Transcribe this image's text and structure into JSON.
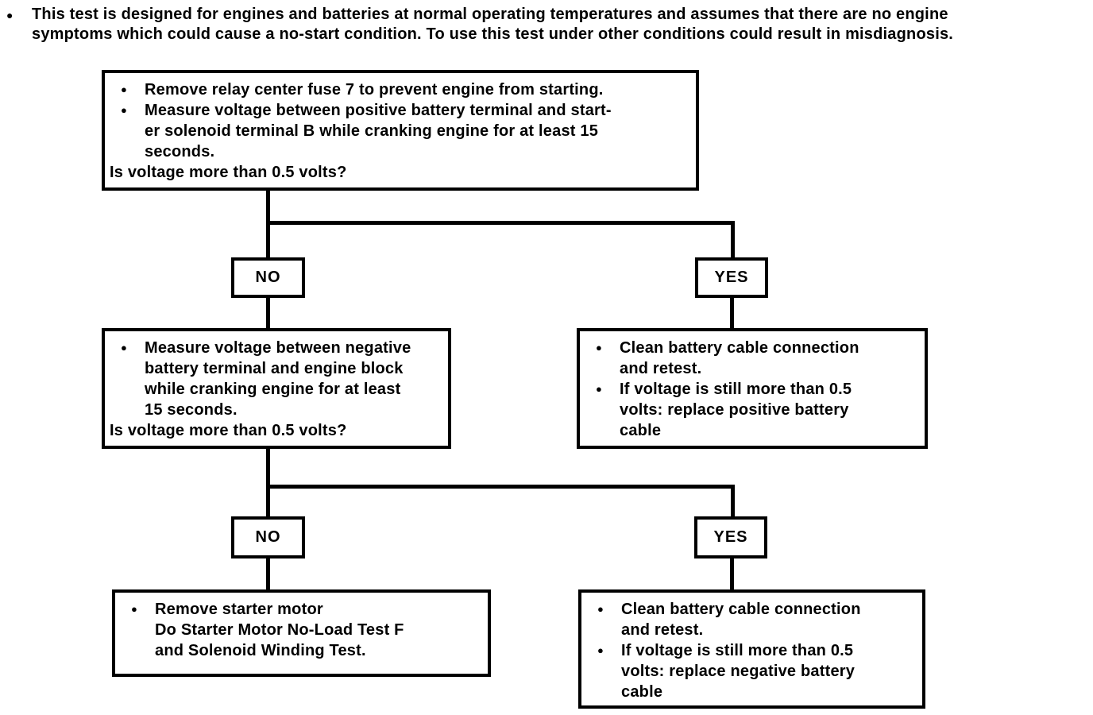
{
  "glyphs": {
    "bullet": "●"
  },
  "note": {
    "text": "This test is designed for engines and batteries at normal operating temperatures and assumes that there are no engine\nsymptoms which could cause a no-start condition. To use this test under other conditions could result in misdiagnosis."
  },
  "labels": {
    "no": "NO",
    "yes": "YES"
  },
  "boxes": {
    "step1": {
      "items": [
        {
          "text": "Remove relay center fuse 7 to prevent engine from starting."
        },
        {
          "text": "Measure voltage between positive battery terminal and start-\ner solenoid terminal B while cranking engine for at least 15\nseconds."
        }
      ],
      "question": "Is voltage more than 0.5 volts?"
    },
    "step2": {
      "items": [
        {
          "text": "Measure voltage between negative\nbattery terminal and engine block\nwhile cranking engine for at least\n15 seconds."
        }
      ],
      "question": "Is voltage more than 0.5 volts?"
    },
    "result_positive_cable": {
      "items": [
        {
          "text": "Clean battery cable connection\nand retest."
        },
        {
          "text": "If voltage is still more than 0.5\nvolts: replace positive battery\ncable"
        }
      ]
    },
    "result_starter": {
      "items": [
        {
          "text": "Remove starter motor\nDo Starter Motor No-Load Test F\nand Solenoid Winding Test."
        }
      ]
    },
    "result_negative_cable": {
      "items": [
        {
          "text": "Clean battery cable connection\nand retest."
        },
        {
          "text": "If voltage is still more than 0.5\nvolts: replace negative battery\ncable"
        }
      ]
    }
  }
}
